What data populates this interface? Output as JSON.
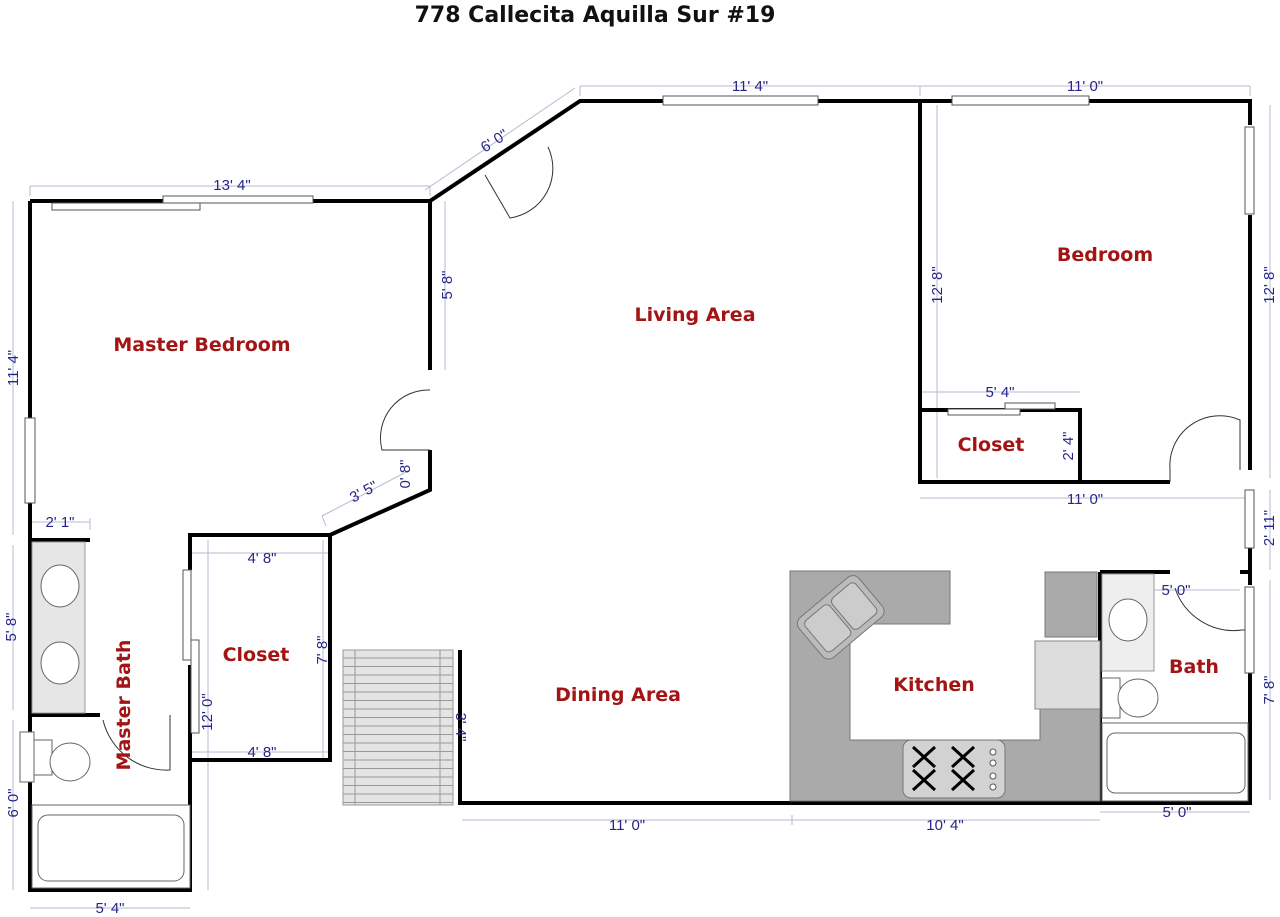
{
  "title": "778 Callecita Aquilla Sur #19",
  "colors": {
    "room_label": "#a31515",
    "dimension": "#26268a",
    "wall": "#000000",
    "counter": "#aaaaaa"
  },
  "rooms": {
    "master_bedroom": "Master Bedroom",
    "living_area": "Living Area",
    "bedroom": "Bedroom",
    "bedroom_closet": "Closet",
    "master_closet": "Closet",
    "master_bath": "Master Bath",
    "dining_area": "Dining Area",
    "kitchen": "Kitchen",
    "bath": "Bath"
  },
  "dimensions": {
    "top_living": "11' 4\"",
    "top_bedroom": "11' 0\"",
    "diagonal": "6' 0\"",
    "master_top": "13' 4\"",
    "living_left": "5' 8\"",
    "master_left": "11' 4\"",
    "bedroom_left": "12' 8\"",
    "bedroom_right": "12' 8\"",
    "bedroom_closet_width": "5' 4\"",
    "bedroom_closet_height": "2' 4\"",
    "bedroom_bottom": "11' 0\"",
    "right_window": "2' 11\"",
    "diag_lower": "3' 5\"",
    "small_jog": "0' 8\"",
    "vanity_width": "2' 1\"",
    "vanity_height": "5' 8\"",
    "closet_top": "4' 8\"",
    "closet_bottom": "4' 8\"",
    "closet_height": "7' 8\"",
    "closet_left": "12' 0\"",
    "master_bath_bottom_left": "6' 0\"",
    "master_bath_width": "5' 4\"",
    "stair": "3' 4\"",
    "dining_bottom": "11' 0\"",
    "kitchen_bottom": "10' 4\"",
    "bath_width": "5' 0\"",
    "bath_bottom": "5' 0\"",
    "bath_right": "7' 8\""
  }
}
